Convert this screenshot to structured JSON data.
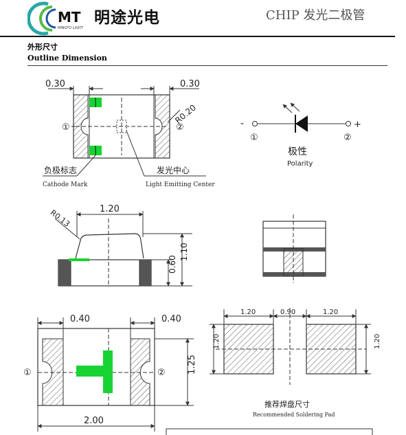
{
  "header": {
    "brand_logo_letters": "MT",
    "brand_sub": "MINGTO LIGHT",
    "brand_name": "明途光电",
    "doc_title": "CHIP 发光二极管"
  },
  "section": {
    "title_cn": "外形尺寸",
    "title_en": "Outline Dimension"
  },
  "top_view": {
    "dim_left": "0.30",
    "dim_right": "0.30",
    "radius": "R0.20",
    "pin1": "①",
    "pin2": "②",
    "cathode_cn": "负极标志",
    "cathode_en": "Cathode Mark",
    "center_cn": "发光中心",
    "center_en": "Light Emitting Center"
  },
  "polarity": {
    "minus": "-",
    "plus": "+",
    "pin1": "①",
    "pin2": "②",
    "label_cn": "极性",
    "label_en": "Polarity"
  },
  "side_view": {
    "radius": "R0.13",
    "width": "1.20",
    "height_body": "0.60",
    "height_total": "1.10"
  },
  "bottom_view": {
    "dim_left": "0.40",
    "dim_right": "0.40",
    "height": "1.25",
    "width": "2.00",
    "pin1": "①",
    "pin2": "②"
  },
  "solder_pad": {
    "w_left": "1.20",
    "gap": "0.90",
    "w_right": "1.20",
    "h_left": "1.20",
    "h_right": "1.20",
    "label_cn": "推荐焊盘尺寸",
    "label_en": "Recommended Soldering Pad"
  },
  "colors": {
    "accent_green": "#18d334",
    "logo_teal": "#2aa7a7",
    "logo_green": "#56b947",
    "logo_blue": "#2456a6"
  }
}
